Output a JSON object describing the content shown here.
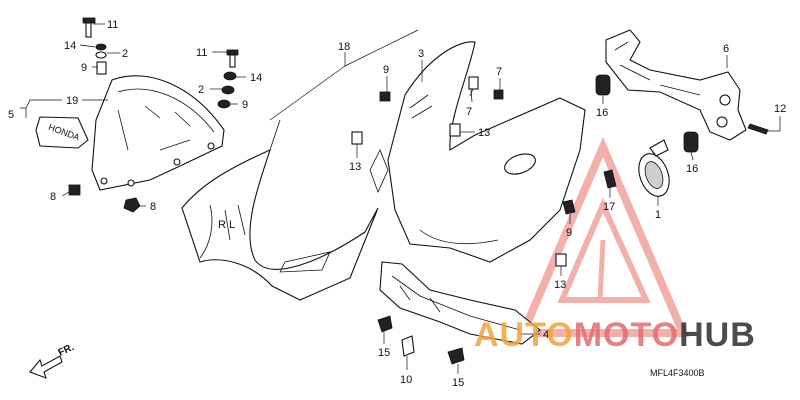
{
  "callouts": [
    {
      "id": "c11a",
      "text": "11"
    },
    {
      "id": "c14a",
      "text": "14"
    },
    {
      "id": "c2a",
      "text": "2"
    },
    {
      "id": "c9a",
      "text": "9"
    },
    {
      "id": "c5",
      "text": "5"
    },
    {
      "id": "c19",
      "text": "19"
    },
    {
      "id": "c8a",
      "text": "8"
    },
    {
      "id": "c8b",
      "text": "8"
    },
    {
      "id": "c11b",
      "text": "11"
    },
    {
      "id": "c2b",
      "text": "2"
    },
    {
      "id": "c14b",
      "text": "14"
    },
    {
      "id": "c9b",
      "text": "9"
    },
    {
      "id": "c18",
      "text": "18"
    },
    {
      "id": "c3",
      "text": "3"
    },
    {
      "id": "c9c",
      "text": "9"
    },
    {
      "id": "c13a",
      "text": "13"
    },
    {
      "id": "c7a",
      "text": "7"
    },
    {
      "id": "c7b",
      "text": "7"
    },
    {
      "id": "c13b",
      "text": "13"
    },
    {
      "id": "c9d",
      "text": "9"
    },
    {
      "id": "c13c",
      "text": "13"
    },
    {
      "id": "c6",
      "text": "6"
    },
    {
      "id": "c16a",
      "text": "16"
    },
    {
      "id": "c16b",
      "text": "16"
    },
    {
      "id": "c12",
      "text": "12"
    },
    {
      "id": "c17",
      "text": "17"
    },
    {
      "id": "c1",
      "text": "1"
    },
    {
      "id": "c4",
      "text": "4"
    },
    {
      "id": "c15a",
      "text": "15"
    },
    {
      "id": "c10",
      "text": "10"
    },
    {
      "id": "c15b",
      "text": "15"
    }
  ],
  "windscreen_logo": "HONDA",
  "fairing_lettering": "R L",
  "direction_label": "FR.",
  "diagram_code": "MFL4F3400B",
  "watermark": {
    "part1": "AUTO",
    "part2": "MOTO",
    "part3": "HUB",
    "color1": "#f2a43a",
    "color2": "#e06e6e",
    "color3": "#2c2c2c",
    "triangle_color": "#e8706a"
  }
}
